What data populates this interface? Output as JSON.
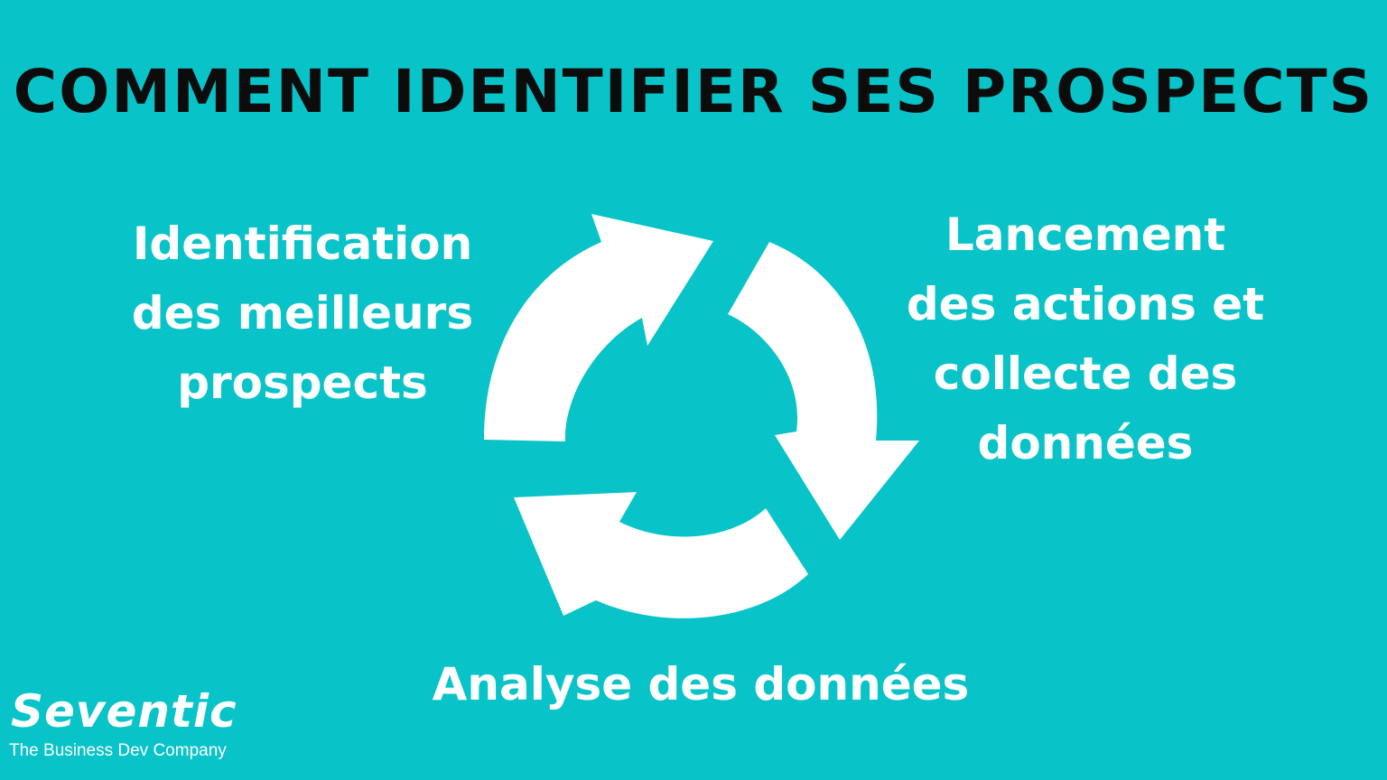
{
  "title": "COMMENT IDENTIFIER SES PROSPECTS",
  "steps": [
    {
      "lines": [
        "Identification",
        "des meilleurs",
        "prospects"
      ]
    },
    {
      "lines": [
        "Lancement",
        "des actions et",
        "collecte des",
        "données"
      ]
    },
    {
      "lines": [
        "Analyse des données"
      ]
    }
  ],
  "logo": {
    "name": "Seventic",
    "tagline": "The Business Dev Company"
  },
  "colors": {
    "background": "#08c3c8",
    "title": "#0c0c0c",
    "text": "#ffffff",
    "arrows": "#ffffff"
  },
  "icons": [
    "cycle-arrows-icon"
  ]
}
